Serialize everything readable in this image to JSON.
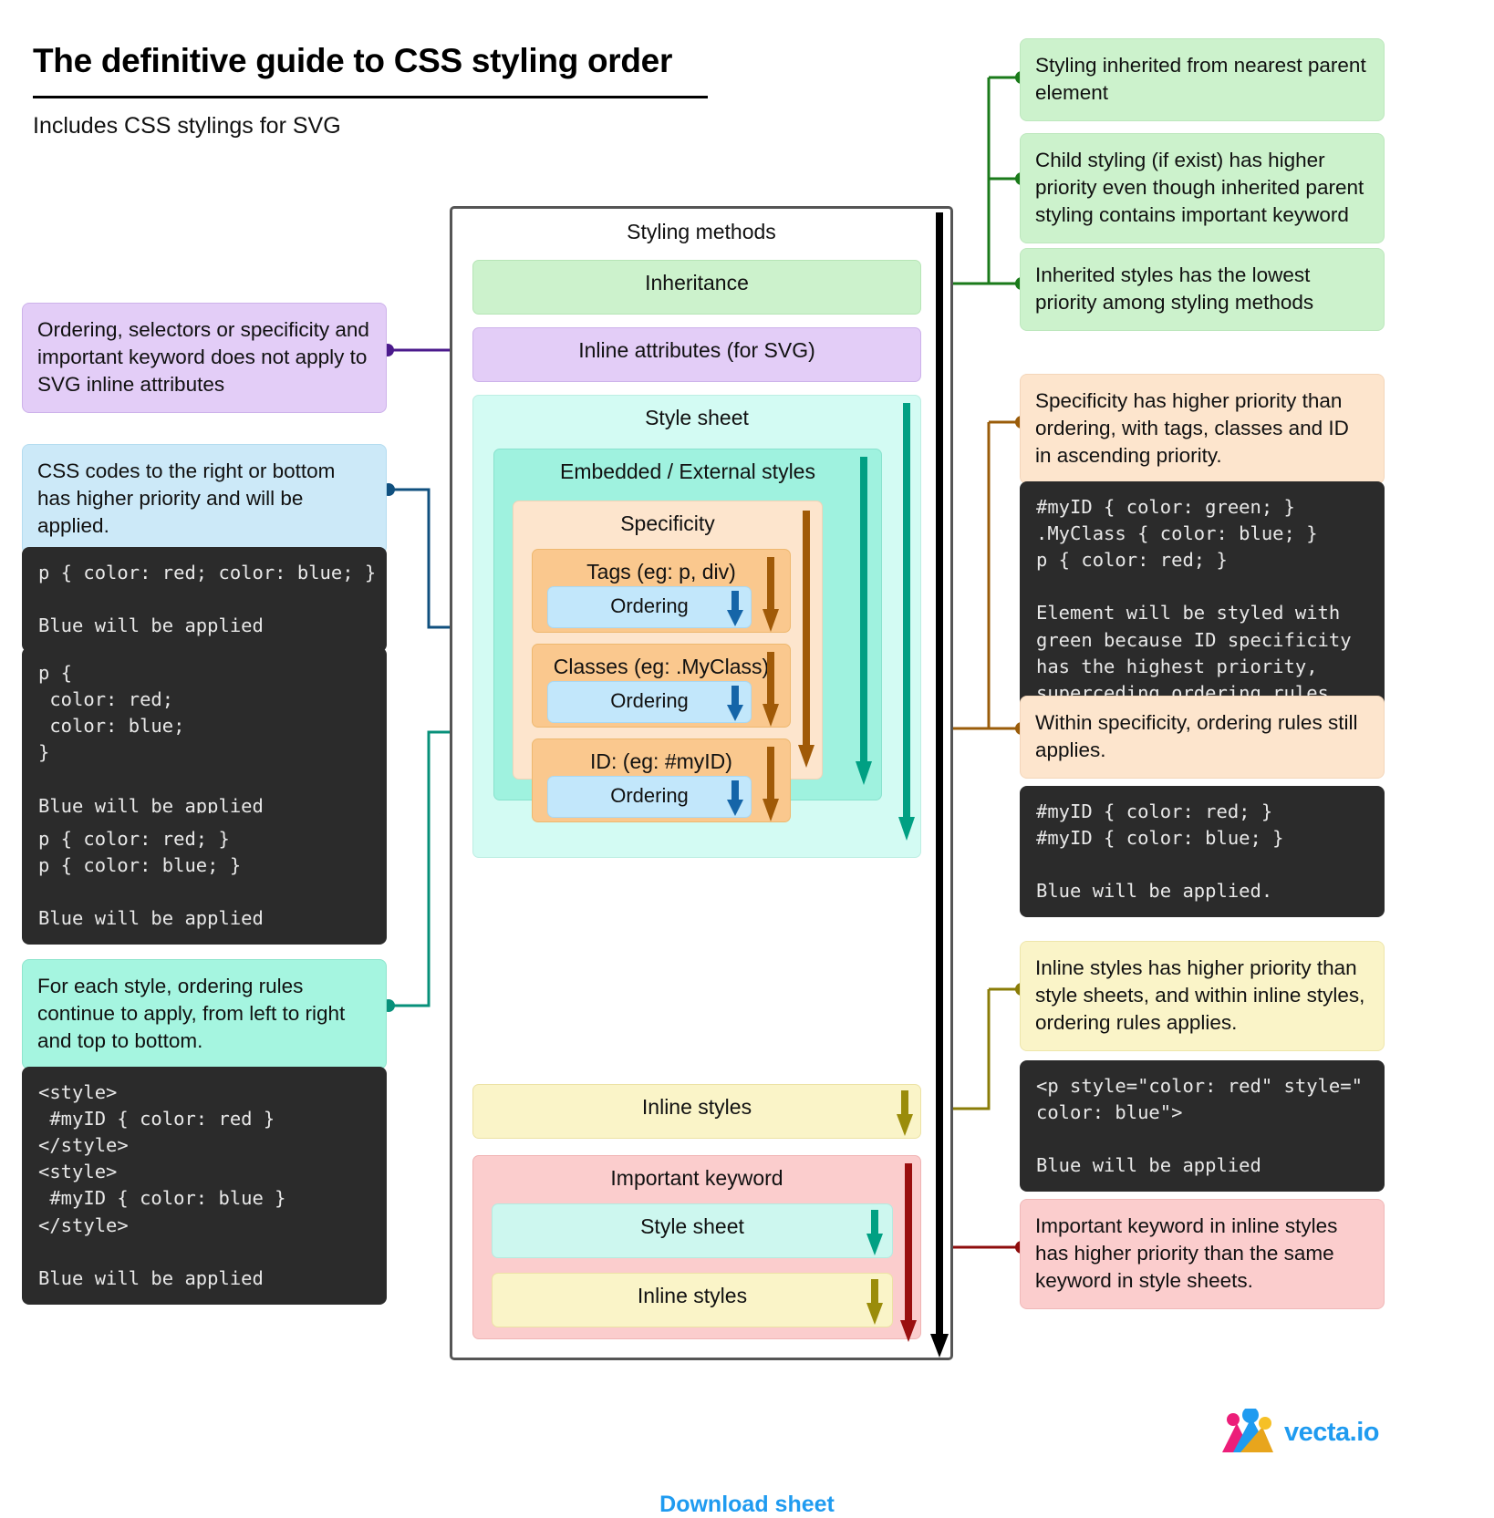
{
  "header": {
    "title": "The definitive guide to CSS styling order",
    "subtitle": "Includes CSS stylings for SVG"
  },
  "diagram": {
    "title": "Styling methods",
    "inheritance": "Inheritance",
    "inline_attributes": "Inline attributes (for SVG)",
    "style_sheet": "Style sheet",
    "embedded_external": "Embedded / External styles",
    "specificity": "Specificity",
    "tags": "Tags (eg: p, div)",
    "classes": "Classes (eg: .MyClass)",
    "id": "ID: (eg: #myID)",
    "ordering": "Ordering",
    "inline_styles": "Inline styles",
    "important_keyword": "Important keyword",
    "important_style_sheet": "Style sheet",
    "important_inline_styles": "Inline styles"
  },
  "left_notes": {
    "svg_inline": "Ordering, selectors or specificity and important keyword does not apply to SVG inline attributes",
    "ordering_rule": "CSS codes to the right or bottom has higher priority and will be applied.",
    "each_style": "For each style, ordering rules continue to apply, from left to right and top to bottom."
  },
  "left_code": {
    "one_line": "p { color: red; color: blue; }\n\nBlue will be applied",
    "multi_line": "p {\n color: red;\n color: blue;\n}\n\nBlue will be applied",
    "two_rules": "p { color: red; }\np { color: blue; }\n\nBlue will be applied",
    "style_blocks": "<style>\n #myID { color: red }\n</style>\n<style>\n #myID { color: blue }\n</style>\n\nBlue will be applied"
  },
  "right_notes": {
    "inherit_nearest": "Styling inherited from nearest parent element",
    "child_priority": "Child styling (if exist) has higher priority even though inherited parent styling contains important keyword",
    "inherit_lowest": "Inherited styles has the lowest priority among styling methods",
    "specificity_priority": "Specificity has higher priority than ordering, with tags, classes and ID in ascending priority.",
    "within_specificity": "Within specificity, ordering rules still applies.",
    "inline_priority": "Inline styles has higher priority than style sheets, and within inline styles, ordering rules applies.",
    "important_inline": "Important keyword in inline styles has higher priority than the same keyword in style sheets."
  },
  "right_code": {
    "specificity_example": "#myID { color: green; }\n.MyClass { color: blue; }\np { color: red; }\n\nElement will be styled with\ngreen because ID specificity\nhas the highest priority,\nsuperceding ordering rules.",
    "ordering_example": "#myID { color: red; }\n#myID { color: blue; }\n\nBlue will be applied.",
    "inline_example": "<p style=\"color: red\" style=\"\ncolor: blue\">\n\nBlue will be applied"
  },
  "branding": {
    "logo_text": "vecta.io",
    "footer_link": "Download sheet"
  },
  "colors": {
    "green": "#ccf2cc",
    "purple": "#e3cdf7",
    "blue": "#cce9f8",
    "mint": "#a5f5e0",
    "peach": "#fde5cd",
    "yellow": "#faf4c8",
    "pink": "#fbcdcd",
    "code_bg": "#2b2b2b",
    "teal_arrow": "#00a083",
    "brown_arrow": "#a05a08",
    "blue_arrow": "#1565a8",
    "olive_arrow": "#9a8c0a",
    "darkred_arrow": "#9a0f0f",
    "brand_blue": "#1f9bf0"
  }
}
